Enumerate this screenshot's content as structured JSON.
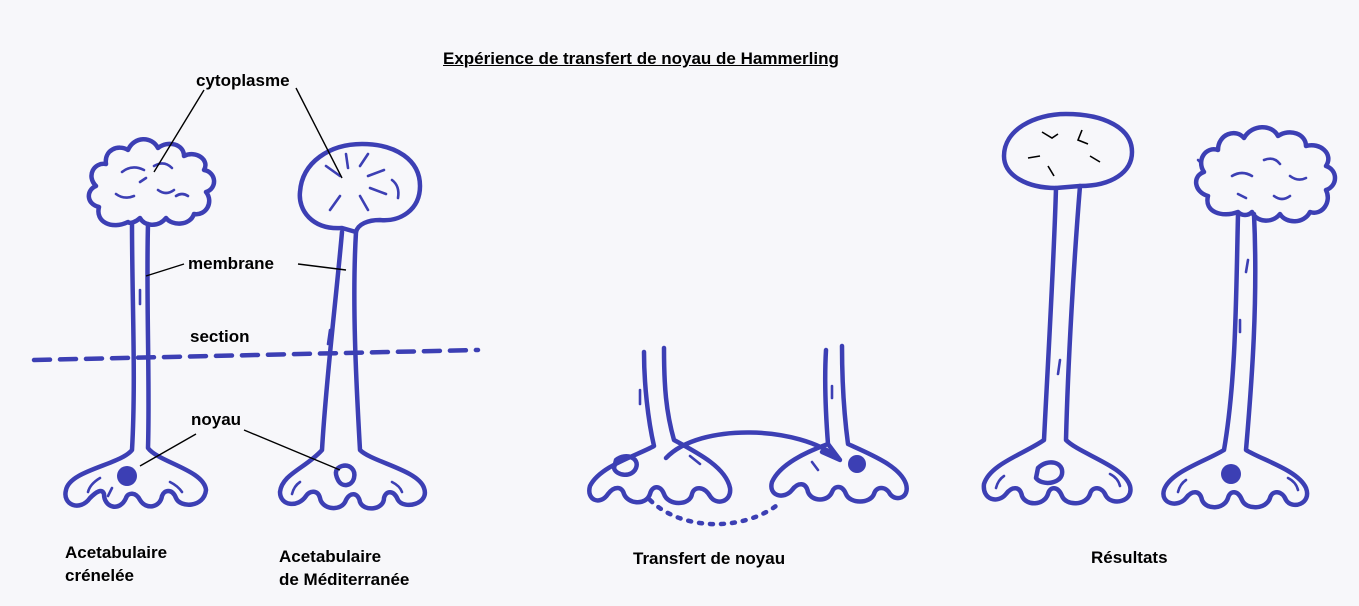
{
  "colors": {
    "ink": "#3c3fb4",
    "text": "#000000",
    "paper": "#f7f7fa"
  },
  "title": "Expérience de transfert de noyau de Hammerling",
  "labels": {
    "cytoplasme": "cytoplasme",
    "membrane": "membrane",
    "section": "section",
    "noyau": "noyau"
  },
  "captions": {
    "crenelee_line1": "Acetabulaire",
    "crenelee_line2": "crénelée",
    "mediterranee_line1": "Acetabulaire",
    "mediterranee_line2": "de Méditerranée",
    "transfert": "Transfert de noyau",
    "resultats": "Résultats"
  }
}
